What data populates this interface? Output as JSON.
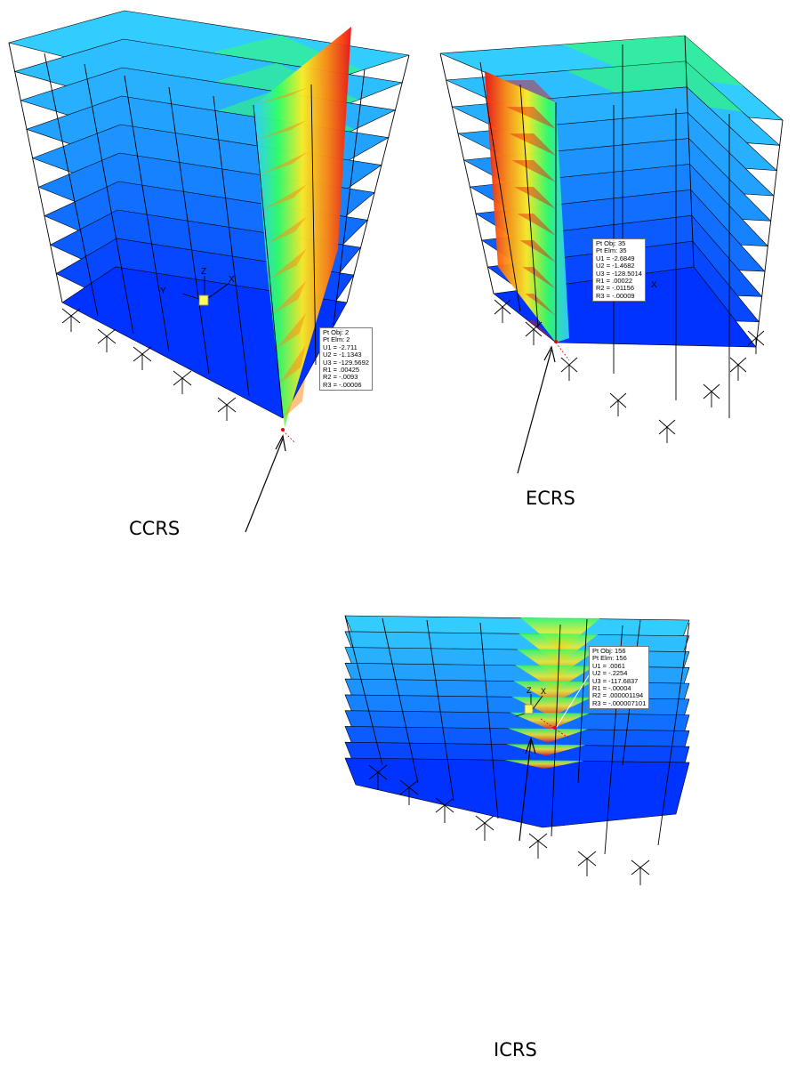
{
  "colors": {
    "floor_light": "#33ccff",
    "floor_mid": "#1a8cff",
    "floor_deep": "#0033ff",
    "green": "#33ff66",
    "yellow": "#ffee22",
    "orange": "#ff8811",
    "red": "#ee1111",
    "frame": "#000000"
  },
  "models": [
    {
      "label": "CCRS",
      "readout": [
        "Pt Obj: 2",
        "Pt Elm: 2",
        "U1 = -2.711",
        "U2 = -1.1343",
        "U3 = -129.5692",
        "R1 = .00425",
        "R2 = -.0093",
        "R3 = -.00006"
      ],
      "axes": [
        "Z",
        "Y",
        "X"
      ]
    },
    {
      "label": "ECRS",
      "readout": [
        "Pt Obj: 35",
        "Pt Elm: 35",
        "U1 = -2.6849",
        "U2 = -1.4682",
        "U3 = -128.5014",
        "R1 = .00022",
        "R2 = -.01156",
        "R3 = -.00009"
      ],
      "axes": [
        "X"
      ]
    },
    {
      "label": "ICRS",
      "readout": [
        "Pt Obj: 156",
        "Pt Elm: 156",
        "U1 = .0061",
        "U2 = -.2254",
        "U3 = -117.6837",
        "R1 = -.00004",
        "R2 = .000001194",
        "R3 = -.000007101"
      ],
      "axes": [
        "Z",
        "X"
      ]
    }
  ]
}
